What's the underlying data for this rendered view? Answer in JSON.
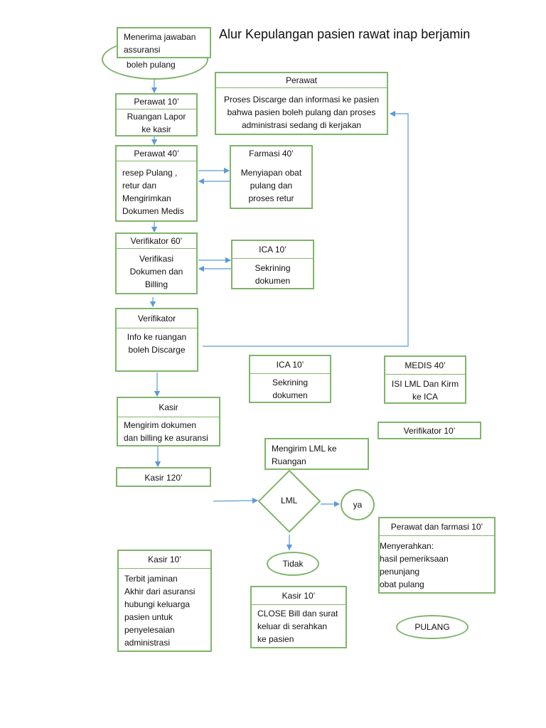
{
  "title": "Alur Kepulangan pasien rawat inap berjamin",
  "colors": {
    "border": "#7fb56a",
    "arrow": "#5b9bd5",
    "text": "#111111"
  },
  "nodes": {
    "start": {
      "line1": "Menerima jawaban",
      "line2": "assuransi",
      "line3": "boleh pulang"
    },
    "perawat_info": {
      "header": "Perawat",
      "line1": "Proses Discarge dan informasi ke pasien",
      "line2": "bahwa pasien boleh pulang dan proses",
      "line3": "administrasi sedang di kerjakan"
    },
    "perawat10": {
      "header": "Perawat 10’",
      "line1": "Ruangan Lapor",
      "line2": "ke kasir"
    },
    "perawat40": {
      "header": "Perawat 40’",
      "line1": "resep Pulang ,",
      "line2": "retur dan",
      "line3": "Mengirimkan",
      "line4": "Dokumen Medis"
    },
    "farmasi40": {
      "header": "Farmasi 40’",
      "line1": "Menyiapan obat",
      "line2": "pulang dan",
      "line3": "proses retur"
    },
    "verifikator60": {
      "header": "Verifikator 60’",
      "line1": "Verifikasi",
      "line2": "Dokumen  dan",
      "line3": "Billing"
    },
    "ica10a": {
      "header": "ICA 10’",
      "line1": "Sekrining",
      "line2": "dokumen"
    },
    "verifikator": {
      "header": "Verifikator",
      "line1": "Info ke ruangan",
      "line2": "boleh Discarge"
    },
    "ica10b": {
      "header": "ICA 10’",
      "line1": "Sekrining",
      "line2": "dokumen"
    },
    "medis40": {
      "header": "MEDIS 40’",
      "line1": "ISI LML Dan Kirm",
      "line2": "ke ICA"
    },
    "kasir": {
      "header": "Kasir",
      "line1": "Mengirim dokumen",
      "line2": "dan billing ke asuransi"
    },
    "verifikator10": {
      "label": "Verifikator 10’"
    },
    "kirim_lml": {
      "line1": "Mengirim LML ke",
      "line2": "Ruangan"
    },
    "kasir120": {
      "label": "Kasir 120’"
    },
    "lml": {
      "label": "LML"
    },
    "ya": {
      "label": "ya"
    },
    "tidak": {
      "label": "Tidak"
    },
    "perawat_farmasi10": {
      "header": "Perawat dan farmasi 10’",
      "line1": "Menyerahkan:",
      "line2": "hasil pemeriksaan",
      "line3": "penunjang",
      "line4": "obat pulang"
    },
    "kasir10a": {
      "header": "Kasir 10’",
      "line1": "Terbit jaminan",
      "line2": "Akhir dari asuransi",
      "line3": "hubungi keluarga",
      "line4": "pasien untuk",
      "line5": "penyelesaian",
      "line6": "administrasi"
    },
    "kasir10b": {
      "header": "Kasir 10’",
      "line1": "CLOSE Bill dan surat",
      "line2": "keluar di serahkan",
      "line3": "ke pasien"
    },
    "pulang": {
      "label": "PULANG"
    }
  }
}
